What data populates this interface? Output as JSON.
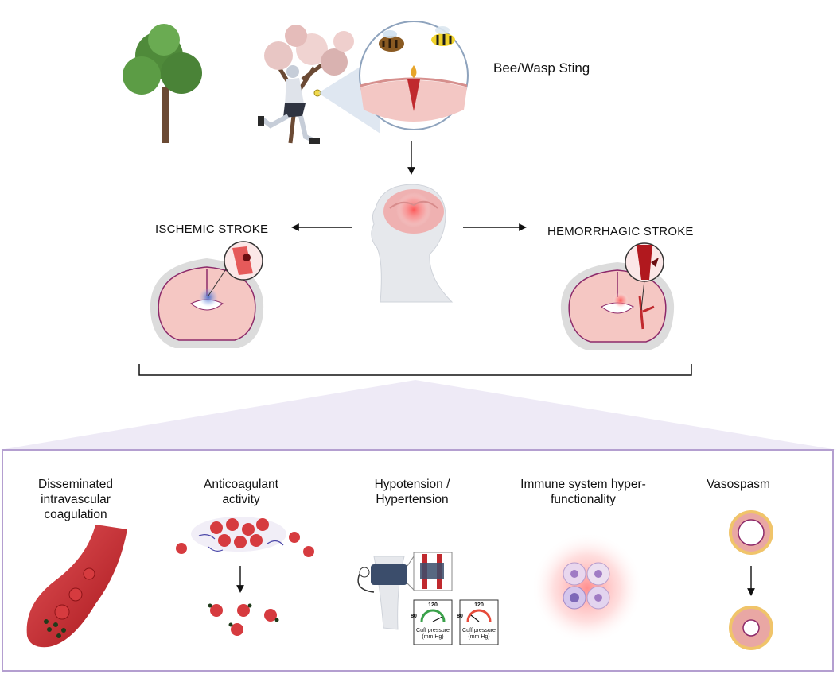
{
  "sting_label": "Bee/Wasp Sting",
  "ischemic_label": "ISCHEMIC STROKE",
  "hemorrhagic_label": "HEMORRHAGIC STROKE",
  "mechanisms": [
    "Disseminated\nintravascular\ncoagulation",
    "Anticoagulant\nactivity",
    "Hypotension /\nHypertension",
    "Immune system hyper-\nfunctionality",
    "Vasospasm"
  ],
  "gauges": [
    {
      "top": "120",
      "left": "80",
      "caption": "Cuff pressure\n(mm Hg)"
    },
    {
      "top": "120",
      "left": "80",
      "caption": "Cuff pressure\n(mm Hg)"
    }
  ],
  "colors": {
    "frame": "#b49fd0",
    "funnel": "#eeeaf6",
    "blood": "#c0292e",
    "brain": "#f2b8b8"
  }
}
